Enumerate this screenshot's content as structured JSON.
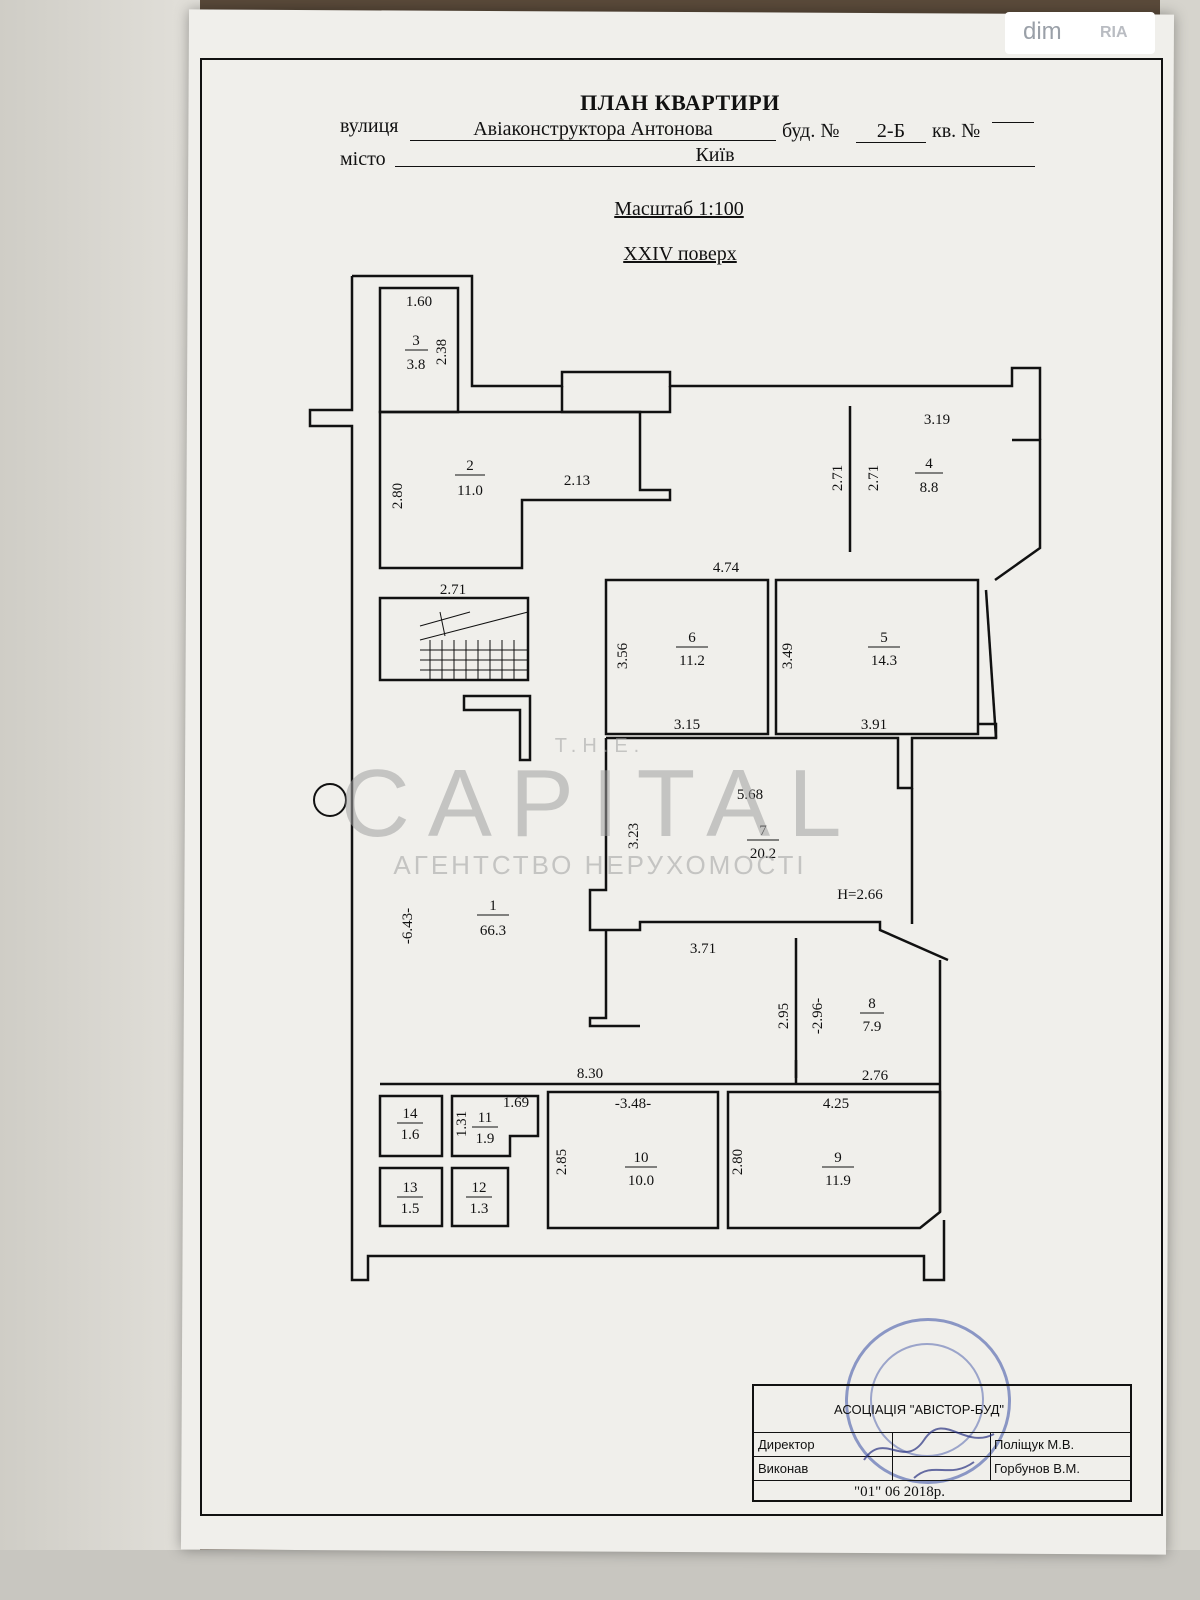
{
  "logo": {
    "name": "dim",
    "tag": "RIA"
  },
  "header": {
    "title": "ПЛАН КВАРТИРИ",
    "street_label": "вулиця",
    "street_value": "Авіаконструктора Антонова",
    "building_label": "буд. №",
    "building_value": "2-Б",
    "apt_label": "кв. №",
    "apt_value": "",
    "city_label": "місто",
    "city_value": "Київ",
    "scale": "Масштаб 1:100",
    "floor": "XXIV поверх"
  },
  "rooms": [
    {
      "num": "1",
      "area": "66.3"
    },
    {
      "num": "2",
      "area": "11.0"
    },
    {
      "num": "3",
      "area": "3.8"
    },
    {
      "num": "4",
      "area": "8.8"
    },
    {
      "num": "5",
      "area": "14.3"
    },
    {
      "num": "6",
      "area": "11.2"
    },
    {
      "num": "7",
      "area": "20.2"
    },
    {
      "num": "8",
      "area": "7.9"
    },
    {
      "num": "9",
      "area": "11.9"
    },
    {
      "num": "10",
      "area": "10.0"
    },
    {
      "num": "11",
      "area": "1.9"
    },
    {
      "num": "12",
      "area": "1.3"
    },
    {
      "num": "13",
      "area": "1.5"
    },
    {
      "num": "14",
      "area": "1.6"
    }
  ],
  "dimensions": {
    "d160": "1.60",
    "d238": "2.38",
    "d280a": "2.80",
    "d213": "2.13",
    "d271a": "2.71",
    "d319": "3.19",
    "d271b": "2.71",
    "d271c": "2.71",
    "d474": "4.74",
    "d356": "3.56",
    "d315": "3.15",
    "d349": "3.49",
    "d391": "3.91",
    "d568": "5.68",
    "d323": "3.23",
    "height": "H=2.66",
    "d643": "-6.43-",
    "d371": "3.71",
    "d295": "2.95",
    "d296": "-2.96-",
    "d276": "2.76",
    "d830": "8.30",
    "d169": "1.69",
    "d348": "-3.48-",
    "d425": "4.25",
    "d131": "1.31",
    "d285": "2.85",
    "d280b": "2.80"
  },
  "watermark": {
    "top": "T.H.E.",
    "main": "CAPITAL",
    "sub": "АГЕНТСТВО НЕРУХОМОСТІ"
  },
  "stamp": {
    "org": "АСОЦІАЦІЯ \"АВІСТОР-БУД\"",
    "director_label": "Директор",
    "director_name": "Поліщук М.В.",
    "executor_label": "Виконав",
    "executor_name": "Горбунов В.М.",
    "date": "\"01\" 06 2018р."
  }
}
